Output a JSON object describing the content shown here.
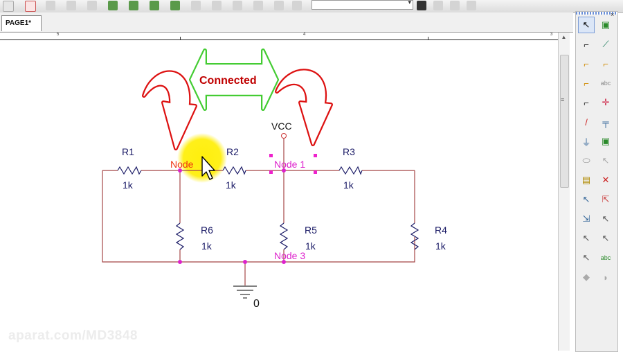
{
  "tab": {
    "label": "PAGE1*"
  },
  "ruler": {
    "labels": [
      "5",
      "4",
      "3"
    ]
  },
  "callout": {
    "text": "Connected"
  },
  "schematic": {
    "vcc": "VCC",
    "ground": "0",
    "node_labels": {
      "node": "Node",
      "node1": "Node 1",
      "node3": "Node 3"
    },
    "resistors": [
      {
        "ref": "R1",
        "value": "1k"
      },
      {
        "ref": "R2",
        "value": "1k"
      },
      {
        "ref": "R3",
        "value": "1k"
      },
      {
        "ref": "R4",
        "value": "1k"
      },
      {
        "ref": "R5",
        "value": "1k"
      },
      {
        "ref": "R6",
        "value": "1k"
      }
    ]
  },
  "watermark": {
    "text": "aparat.com/MD3848"
  },
  "colors": {
    "wire": "#a54545",
    "node_label": "#dd2299",
    "selection": "#ee22cc",
    "callout_text": "#c00000",
    "callout_arrow": "#44cc33",
    "curved_arrow": "#dd1111",
    "highlight": "#ffee00",
    "part_text": "#1a1a66"
  },
  "palette": {
    "icons": [
      "select-icon",
      "place-part-icon",
      "wire-icon",
      "bus-icon",
      "bus-entry-icon",
      "net-alias-icon",
      "place-net-icon",
      "place-text-icon",
      "junction-icon",
      "place-junction-icon",
      "power-icon",
      "place-hierarchical-icon",
      "ground-icon",
      "place-port-icon",
      "off-page-icon",
      "no-connect-icon",
      "line-icon",
      "polyline-icon",
      "rectangle-icon",
      "ellipse-icon",
      "arc-icon",
      "bezier-icon",
      "text-icon",
      "place-text-add-icon",
      "back-icon",
      "forward-icon"
    ]
  }
}
